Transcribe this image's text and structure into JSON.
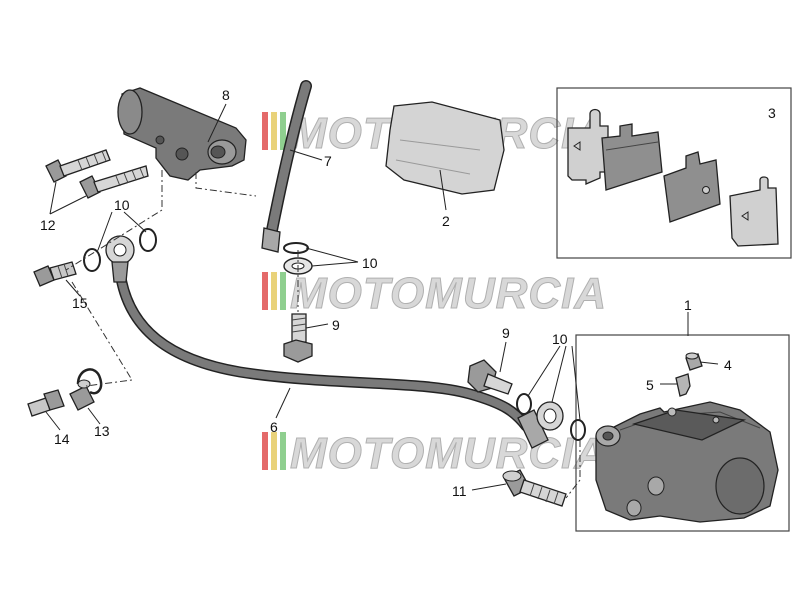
{
  "colors": {
    "part_fill": "#7a7a7a",
    "part_light": "#a8a8a8",
    "part_dark": "#5a5a5a",
    "pad_fill": "#8f8f8f",
    "watermark_text": "#d8d8d8",
    "watermark_outline": "#b0b0b0",
    "stripe_red": "#e46a6a",
    "stripe_yellow": "#e9d27a",
    "stripe_green": "#8fcf8f"
  },
  "watermark": {
    "text": "MOTOMURCIA"
  },
  "callouts": {
    "c1": "1",
    "c2": "2",
    "c3": "3",
    "c4": "4",
    "c5": "5",
    "c6": "6",
    "c7": "7",
    "c8": "8",
    "c9a": "9",
    "c9b": "9",
    "c10a": "10",
    "c10b": "10",
    "c10c": "10",
    "c11": "11",
    "c12": "12",
    "c13": "13",
    "c14": "14",
    "c15": "15"
  }
}
